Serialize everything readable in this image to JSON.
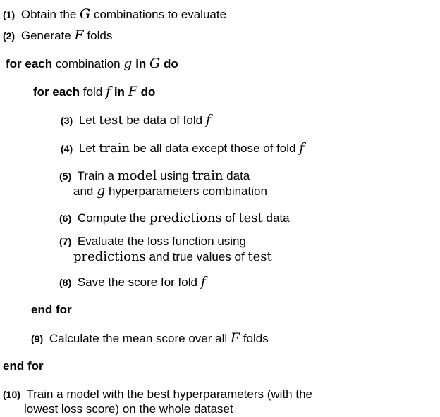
{
  "steps": {
    "s1": {
      "num": "(1)",
      "t1": "Obtain the",
      "v1": "G",
      "t2": "combinations to evaluate"
    },
    "s2": {
      "num": "(2)",
      "t1": "Generate",
      "v1": "F",
      "t2": "folds"
    },
    "loop_outer": {
      "kw1": "for each",
      "t1": "combination",
      "v1": "g",
      "kw2": "in",
      "v2": "G",
      "kw3": "do"
    },
    "loop_inner": {
      "kw1": "for each",
      "t1": "fold",
      "v1": "f",
      "kw2": "in",
      "v2": "F",
      "kw3": "do"
    },
    "s3": {
      "num": "(3)",
      "t1": "Let",
      "v1": "test",
      "t2": "be data of fold",
      "v2": "f"
    },
    "s4": {
      "num": "(4)",
      "t1": "Let",
      "v1": "train",
      "t2": "be all data except those of fold",
      "v2": "f"
    },
    "s5": {
      "num": "(5)",
      "t1": "Train a",
      "v1": "model",
      "t2": "using",
      "v2": "train",
      "t3": "data",
      "t4": "and",
      "v3": "g",
      "t5": "hyperparameters combination"
    },
    "s6": {
      "num": "(6)",
      "t1": "Compute the",
      "v1": "predictions",
      "t2": "of",
      "v2": "test",
      "t3": "data"
    },
    "s7": {
      "num": "(7)",
      "t1": "Evaluate the loss function using",
      "v1": "predictions",
      "t2": "and true values of",
      "v2": "test"
    },
    "s8": {
      "num": "(8)",
      "t1": "Save the score for fold",
      "v1": "f"
    },
    "end_inner": "end for",
    "s9": {
      "num": "(9)",
      "t1": "Calculate the mean score over all",
      "v1": "F",
      "t2": "folds"
    },
    "end_outer": "end for",
    "s10": {
      "num": "(10)",
      "t1": "Train a model with the best hyperparameters (with the",
      "t2": "lowest loss score) on the whole dataset"
    }
  }
}
